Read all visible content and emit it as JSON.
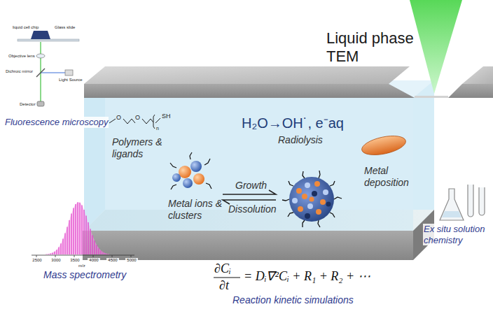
{
  "diagram": {
    "labels": [
      "Liquid phase TEM",
      "H₂O→OH˙, e⁻aq",
      "Radiolysis",
      "Polymers & ligands",
      "O",
      "O",
      "n",
      "SH",
      "Metal ions & clusters",
      "Growth",
      "Dissolution",
      "Metal deposition",
      "Ex situ solution chemistry",
      "Fluorescence microscopy",
      "liquid cell chip",
      "Glass slide",
      "Objective lens",
      "Dichroic mirror",
      "Light Source",
      "Detector",
      "2500",
      "3000",
      "3500",
      "4000",
      "4500",
      "5000",
      "m/z",
      "Mass spectrometry",
      "∂Cᵢ",
      "∂t",
      "= Dᵢ∇²Cᵢ + R₁ + R₂ + ⋯",
      "Reaction kinetic simulations"
    ]
  }
}
